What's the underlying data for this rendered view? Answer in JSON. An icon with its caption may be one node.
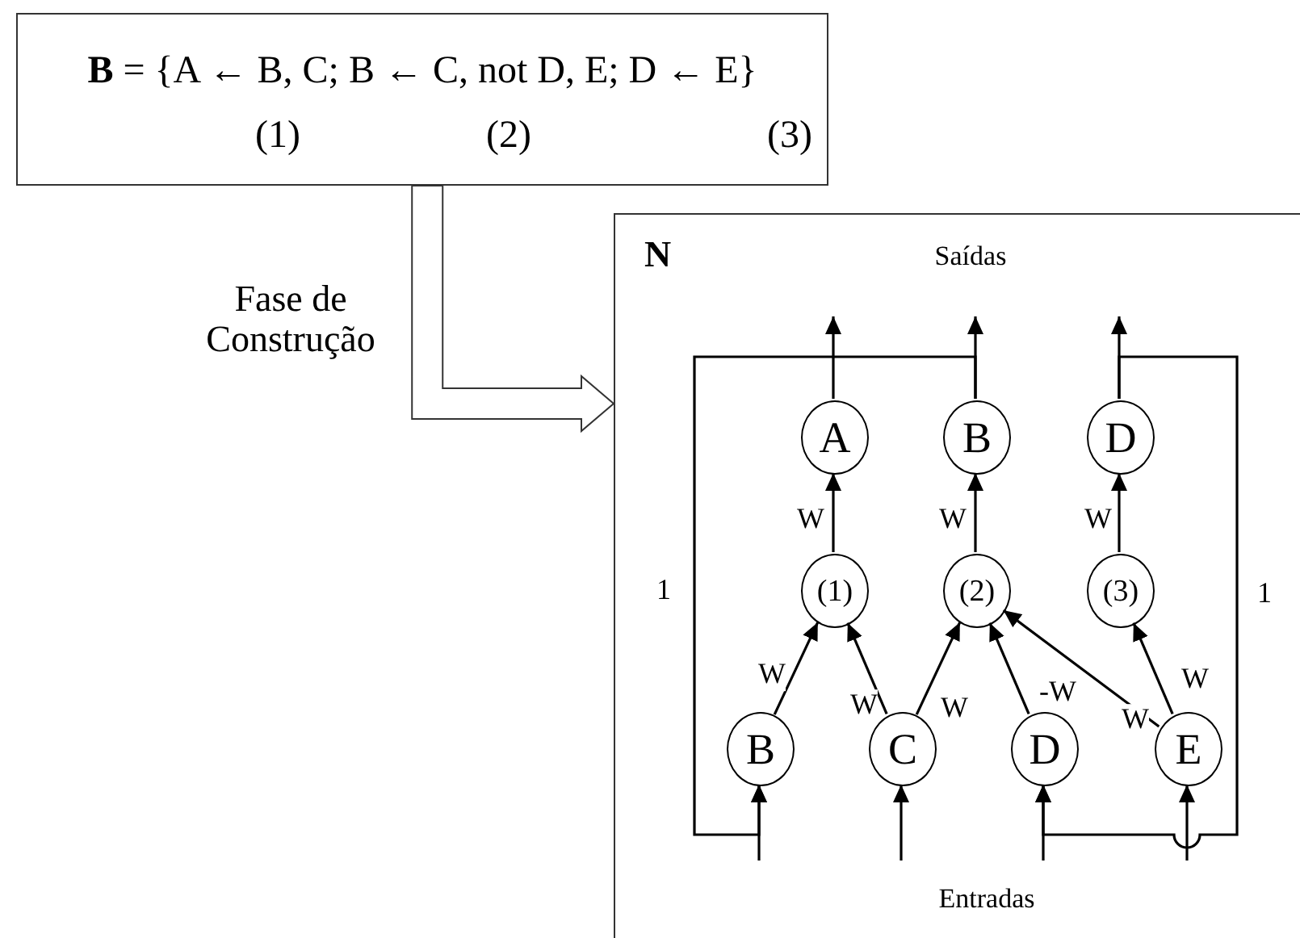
{
  "diagram": {
    "nodes": [
      {
        "text": [
          "**B** = {A ← B, C; B ← C, not D, E; D ← E}",
          "(1)",
          "(2)",
          "(3)"
        ]
      },
      {
        "text": [
          "N"
        ]
      },
      {
        "text": [
          "A"
        ],
        "in": 1
      },
      {
        "text": [
          "B"
        ],
        "in": 1
      },
      {
        "text": [
          "D"
        ],
        "in": 1
      },
      {
        "text": [
          "(1)"
        ],
        "in": 1
      },
      {
        "text": [
          "(2)"
        ],
        "in": 1
      },
      {
        "text": [
          "(3)"
        ],
        "in": 1
      },
      {
        "text": [
          "B"
        ],
        "in": 1
      },
      {
        "text": [
          "C"
        ],
        "in": 1
      },
      {
        "text": [
          "D"
        ],
        "in": 1
      },
      {
        "text": [
          "E"
        ],
        "in": 1
      }
    ],
    "edges": [
      {
        "from": 0,
        "to": 1,
        "arrow": "to",
        "label": "Fase de Construção",
        "style": "thick"
      },
      {
        "from": 5,
        "to": 2,
        "arrow": "to",
        "label": "W"
      },
      {
        "from": 6,
        "to": 3,
        "arrow": "to",
        "label": "W"
      },
      {
        "from": 7,
        "to": 4,
        "arrow": "to",
        "label": "W"
      },
      {
        "from": 8,
        "to": 5,
        "arrow": "to",
        "label": "W"
      },
      {
        "from": 9,
        "to": 5,
        "arrow": "to",
        "label": "W"
      },
      {
        "from": 9,
        "to": 6,
        "arrow": "to",
        "label": "W"
      },
      {
        "from": 10,
        "to": 6,
        "arrow": "to",
        "label": "-W"
      },
      {
        "from": 11,
        "to": 6,
        "arrow": "to",
        "label": "W"
      },
      {
        "from": 11,
        "to": 7,
        "arrow": "to",
        "label": "W"
      },
      {
        "from": 2,
        "to": null,
        "arrow": "to"
      },
      {
        "from": 3,
        "to": null,
        "arrow": "to"
      },
      {
        "from": 4,
        "to": null,
        "arrow": "to"
      },
      {
        "from": null,
        "to": 8,
        "arrow": "to"
      },
      {
        "from": null,
        "to": 9,
        "arrow": "to"
      },
      {
        "from": null,
        "to": 10,
        "arrow": "to"
      },
      {
        "from": null,
        "to": 11,
        "arrow": "to"
      },
      {
        "from": 3,
        "to": 8,
        "arrow": "to",
        "label": "1"
      },
      {
        "from": 4,
        "to": 10,
        "arrow": "to",
        "label": "1"
      }
    ],
    "labels": [
      "Saídas",
      "Entradas"
    ]
  }
}
